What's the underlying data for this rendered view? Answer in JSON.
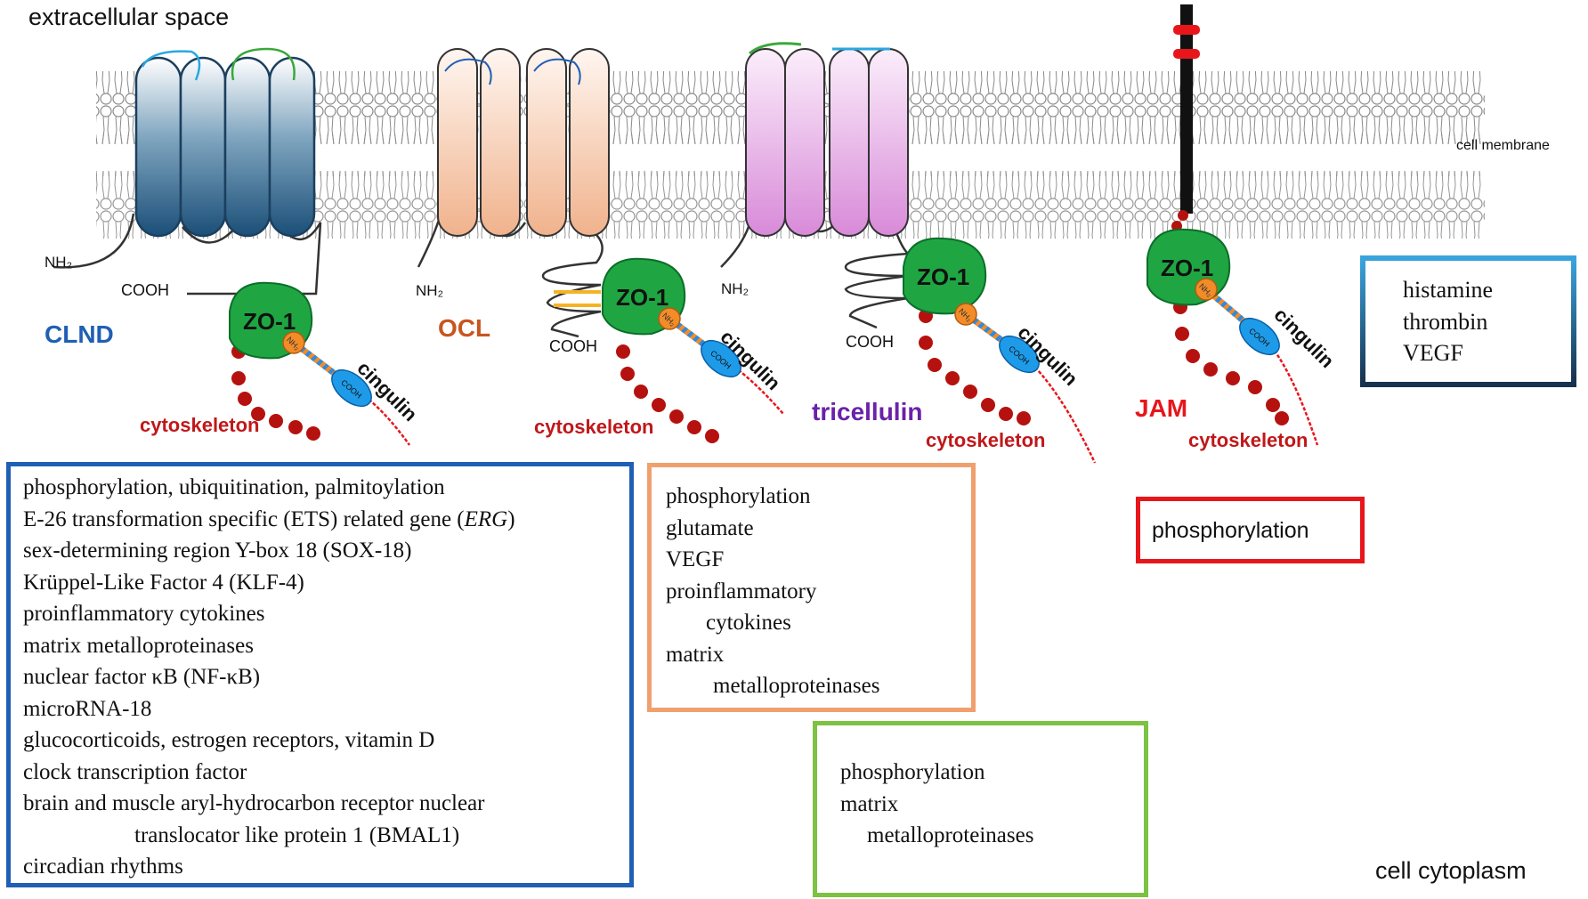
{
  "labels": {
    "extracellular": "extracellular space",
    "cell_membrane": "cell membrane",
    "cell_cytoplasm": "cell cytoplasm",
    "clnd": "CLND",
    "ocl": "OCL",
    "tricellulin": "tricellulin",
    "jam": "JAM",
    "zo1": "ZO-1",
    "cingulin": "cingulin",
    "cytoskeleton": "cytoskeleton",
    "nh2": "NH₂",
    "cooh": "COOH",
    "nh2_small": "NH₂",
    "cooh_small": "COOH"
  },
  "boxes": {
    "clnd": {
      "lines": [
        "phosphorylation, ubiquitination, palmitoylation",
        "sex-determining region Y-box 18 (SOX-18)",
        "Krüppel-Like Factor 4 (KLF-4)",
        "proinflammatory cytokines",
        "matrix metalloproteinases",
        "nuclear factor κB (NF-κB)",
        "microRNA-18",
        "glucocorticoids, estrogen receptors, vitamin D",
        "clock transcription factor",
        "brain and muscle aryl-hydrocarbon receptor nuclear",
        "translocator like protein 1 (BMAL1)",
        "circadian rhythms"
      ],
      "erg_prefix": "E-26 transformation specific (ETS) related gene (",
      "erg_italic": "ERG",
      "erg_suffix": ")"
    },
    "ocl": {
      "lines": [
        "phosphorylation",
        "glutamate",
        "VEGF",
        "proinflammatory",
        "cytokines",
        "matrix",
        "metalloproteinases"
      ]
    },
    "tricellulin": {
      "lines": [
        "phosphorylation",
        "matrix",
        "metalloproteinases"
      ]
    },
    "jam": {
      "lines": [
        "phosphorylation"
      ]
    },
    "stimuli": {
      "lines": [
        "histamine",
        "thrombin",
        "VEGF"
      ]
    }
  },
  "colors": {
    "clnd": "#1f5fb4",
    "ocl": "#c8551f",
    "tricellulin": "#6a22a8",
    "jam": "#e8161b",
    "zo1": "#1fa642",
    "actin": "#b5120f",
    "cingulin_blue": "#1e9be8",
    "cingulin_orange": "#f28c28",
    "box_clnd": "#1f5fb4",
    "box_ocl": "#f0a06e",
    "box_tric": "#7dc242",
    "box_jam": "#e8161b"
  }
}
